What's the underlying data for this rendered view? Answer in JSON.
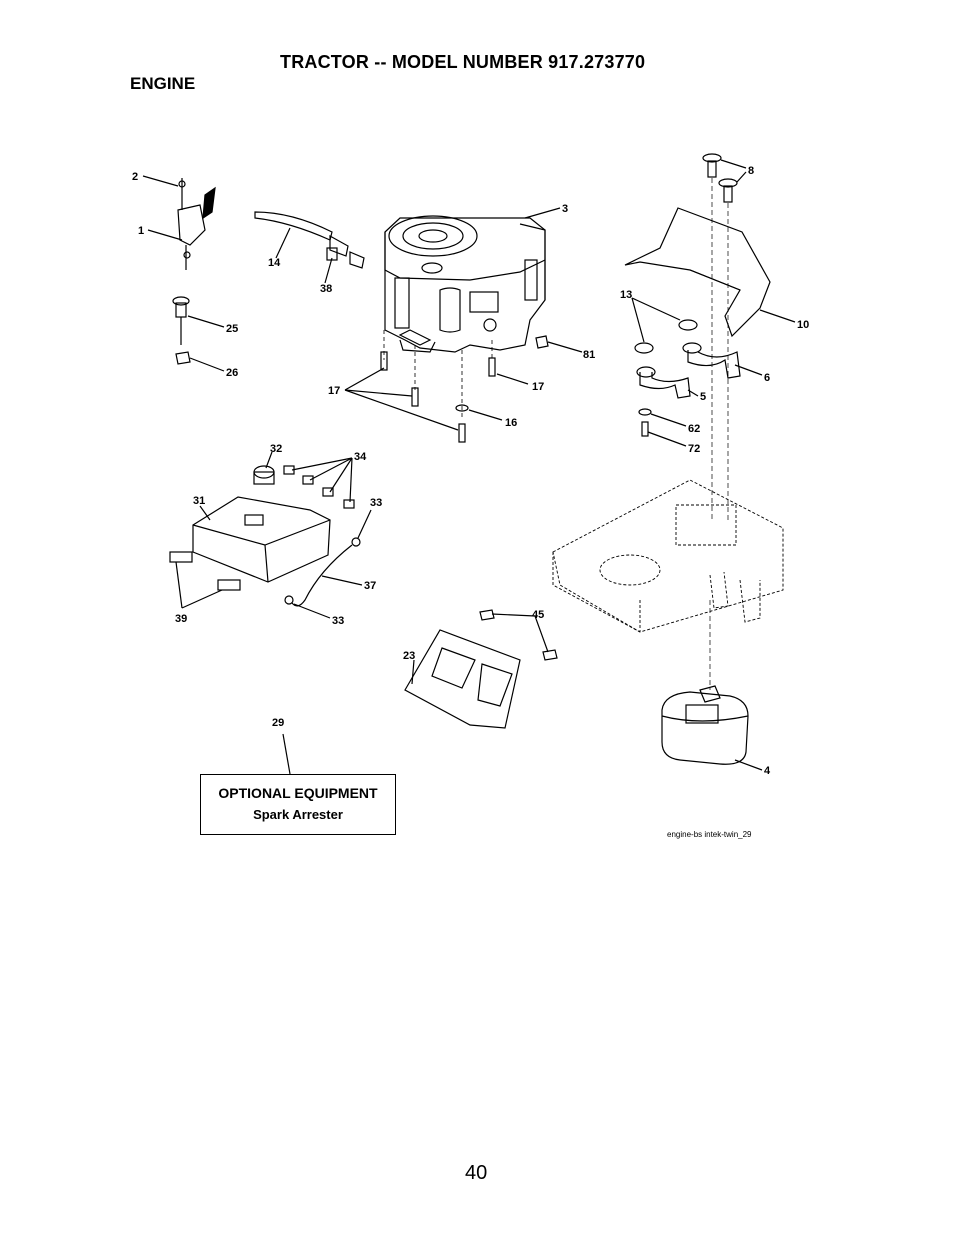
{
  "header": {
    "title": "TRACTOR -- MODEL NUMBER 917.273770",
    "section": "ENGINE"
  },
  "callouts": {
    "c1": "1",
    "c2": "2",
    "c3": "3",
    "c4": "4",
    "c5": "5",
    "c6": "6",
    "c8": "8",
    "c10": "10",
    "c13": "13",
    "c14": "14",
    "c16": "16",
    "c17a": "17",
    "c17b": "17",
    "c23": "23",
    "c25": "25",
    "c26": "26",
    "c29": "29",
    "c31": "31",
    "c32": "32",
    "c33a": "33",
    "c33b": "33",
    "c34": "34",
    "c37": "37",
    "c38": "38",
    "c39": "39",
    "c45": "45",
    "c62": "62",
    "c72": "72",
    "c81": "81"
  },
  "optional_box": {
    "heading": "OPTIONAL EQUIPMENT",
    "item": "Spark Arrester"
  },
  "drawing_code": "engine-bs intek-twin_29",
  "page_number": "40"
}
